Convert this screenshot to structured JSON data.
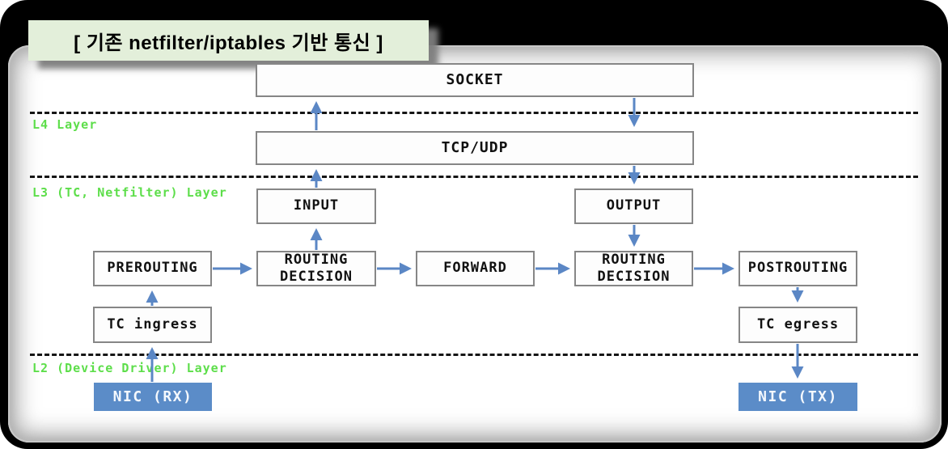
{
  "title": "[ 기존 netfilter/iptables 기반 통신 ]",
  "layers": {
    "l4": "L4 Layer",
    "l3": "L3 (TC, Netfilter) Layer",
    "l2": "L2 (Device Driver) Layer"
  },
  "nodes": {
    "socket": "SOCKET",
    "tcp_udp": "TCP/UDP",
    "input": "INPUT",
    "output": "OUTPUT",
    "prerouting": "PREROUTING",
    "routing_decision_left": "ROUTING\nDECISION",
    "forward": "FORWARD",
    "routing_decision_right": "ROUTING\nDECISION",
    "postrouting": "POSTROUTING",
    "tc_ingress": "TC ingress",
    "tc_egress": "TC egress",
    "nic_rx": "NIC (RX)",
    "nic_tx": "NIC (TX)"
  },
  "edges": [
    {
      "from": "nic_rx",
      "to": "tc_ingress",
      "direction": "up"
    },
    {
      "from": "tc_ingress",
      "to": "prerouting",
      "direction": "up"
    },
    {
      "from": "prerouting",
      "to": "routing_decision_left",
      "direction": "right"
    },
    {
      "from": "routing_decision_left",
      "to": "input",
      "direction": "up"
    },
    {
      "from": "input",
      "to": "tcp_udp",
      "direction": "up"
    },
    {
      "from": "tcp_udp",
      "to": "socket",
      "direction": "up"
    },
    {
      "from": "socket",
      "to": "tcp_udp",
      "direction": "down"
    },
    {
      "from": "tcp_udp",
      "to": "output",
      "direction": "down"
    },
    {
      "from": "output",
      "to": "routing_decision_right",
      "direction": "down"
    },
    {
      "from": "routing_decision_left",
      "to": "forward",
      "direction": "right"
    },
    {
      "from": "forward",
      "to": "routing_decision_right",
      "direction": "right"
    },
    {
      "from": "routing_decision_right",
      "to": "postrouting",
      "direction": "right"
    },
    {
      "from": "postrouting",
      "to": "tc_egress",
      "direction": "down"
    },
    {
      "from": "tc_egress",
      "to": "nic_tx",
      "direction": "down"
    }
  ],
  "colors": {
    "arrow": "#5b87c5",
    "nic_fill": "#5b8cc8",
    "layer_label": "#5dde4a",
    "title_bg": "#e3efda",
    "box_border": "#868686"
  }
}
